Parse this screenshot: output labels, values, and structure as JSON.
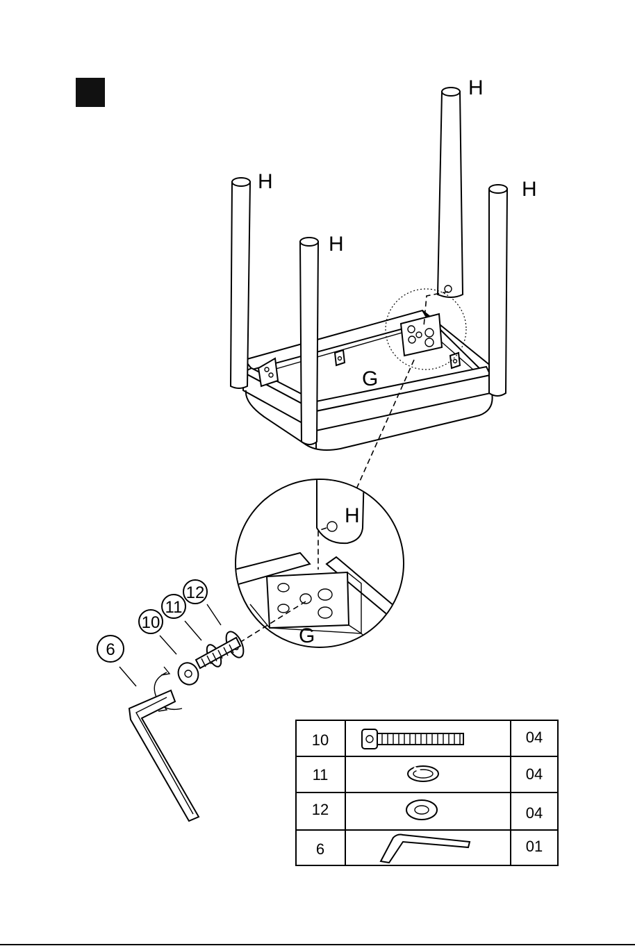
{
  "step_marker_color": "#111111",
  "labels": {
    "leg": "H",
    "frame": "G",
    "detail_leg": "H",
    "detail_frame": "G"
  },
  "callouts": {
    "wrench": "6",
    "bolt": "10",
    "spring_washer": "11",
    "flat_washer": "12"
  },
  "parts_table": {
    "rows": [
      {
        "part": "10",
        "icon": "bolt-icon",
        "qty": "04"
      },
      {
        "part": "11",
        "icon": "spring-washer-icon",
        "qty": "04"
      },
      {
        "part": "12",
        "icon": "flat-washer-icon",
        "qty": "04"
      },
      {
        "part": "6",
        "icon": "allen-key-icon",
        "qty": "01"
      }
    ]
  }
}
